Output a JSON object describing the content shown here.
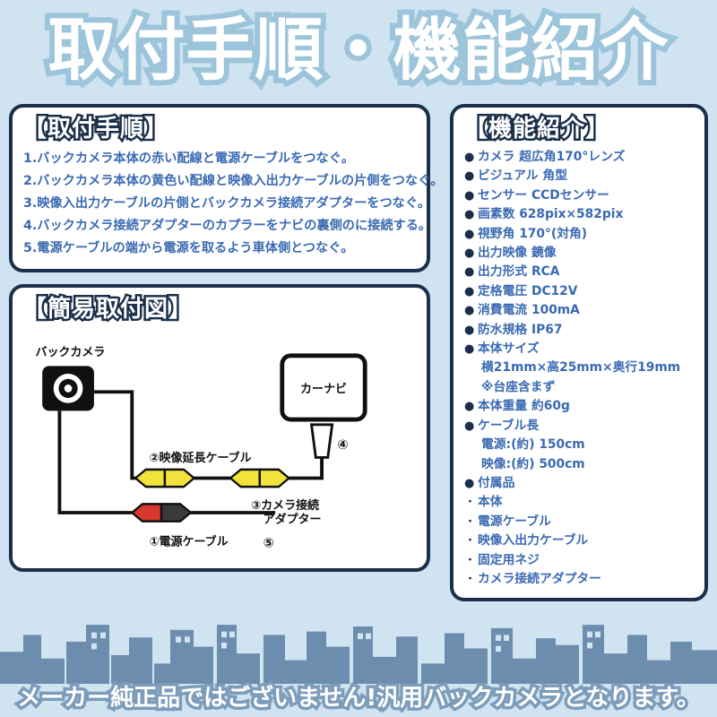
{
  "page": {
    "title": "取付手順・機能紹介",
    "footer": "メーカー純正品ではございません!汎用バックカメラとなります。"
  },
  "procedure": {
    "heading": "【取付手順】",
    "steps": [
      "1.バックカメラ本体の赤い配線と電源ケーブルをつなぐ。",
      "2.バックカメラ本体の黄色い配線と映像入出力ケーブルの片側をつなぐ。",
      "3.映像入出力ケーブルの片側とバックカメラ接続アダプターをつなぐ。",
      "4.バックカメラ接続アダプターのカプラーをナビの裏側のに接続する。",
      "5.電源ケーブルの端から電源を取るよう車体側とつなぐ。"
    ]
  },
  "diagram": {
    "heading": "【簡易取付図】",
    "labels": {
      "camera": "バックカメラ",
      "navi": "カーナビ",
      "video_cable": "②映像延長ケーブル",
      "adapter_line1": "③カメラ接続",
      "adapter_line2": "アダプター",
      "power_cable": "①電源ケーブル",
      "num4": "④",
      "num5": "⑤"
    }
  },
  "features": {
    "heading": "【機能紹介】",
    "items": [
      {
        "bullet": "●",
        "text": "カメラ 超広角170°レンズ"
      },
      {
        "bullet": "●",
        "text": "ビジュアル 角型"
      },
      {
        "bullet": "●",
        "text": "センサー CCDセンサー"
      },
      {
        "bullet": "●",
        "text": "画素数 628pix×582pix"
      },
      {
        "bullet": "●",
        "text": "視野角 170°(対角)"
      },
      {
        "bullet": "●",
        "text": "出力映像 鏡像"
      },
      {
        "bullet": "●",
        "text": "出力形式 RCA"
      },
      {
        "bullet": "●",
        "text": "定格電圧 DC12V"
      },
      {
        "bullet": "●",
        "text": "消費電流 100mA"
      },
      {
        "bullet": "●",
        "text": "防水規格 IP67"
      },
      {
        "bullet": "●",
        "text": "本体サイズ"
      },
      {
        "bullet": "",
        "text": "横21mm×高25mm×奥行19mm"
      },
      {
        "bullet": "",
        "text": "※台座含まず"
      },
      {
        "bullet": "●",
        "text": "本体重量 約60g"
      },
      {
        "bullet": "●",
        "text": "ケーブル長"
      },
      {
        "bullet": "",
        "text": "電源:(約) 150cm"
      },
      {
        "bullet": "",
        "text": "映像:(約) 500cm"
      },
      {
        "bullet": "●",
        "text": "付属品"
      },
      {
        "bullet": "・",
        "text": "本体"
      },
      {
        "bullet": "・",
        "text": "電源ケーブル"
      },
      {
        "bullet": "・",
        "text": "映像入出力ケーブル"
      },
      {
        "bullet": "・",
        "text": "固定用ネジ"
      },
      {
        "bullet": "・",
        "text": "カメラ接続アダプター"
      }
    ]
  },
  "colors": {
    "bg": "#cfe4f0",
    "panel-border": "#1b2f4b",
    "text-blue": "#3a6ab3",
    "outline-light": "#9cc4da",
    "outline-mid": "#7d9cba",
    "skyline": "#6d8daf",
    "connector-yellow": "#f1e23c",
    "connector-red": "#d8382d",
    "connector-dark": "#3a3a3a"
  }
}
